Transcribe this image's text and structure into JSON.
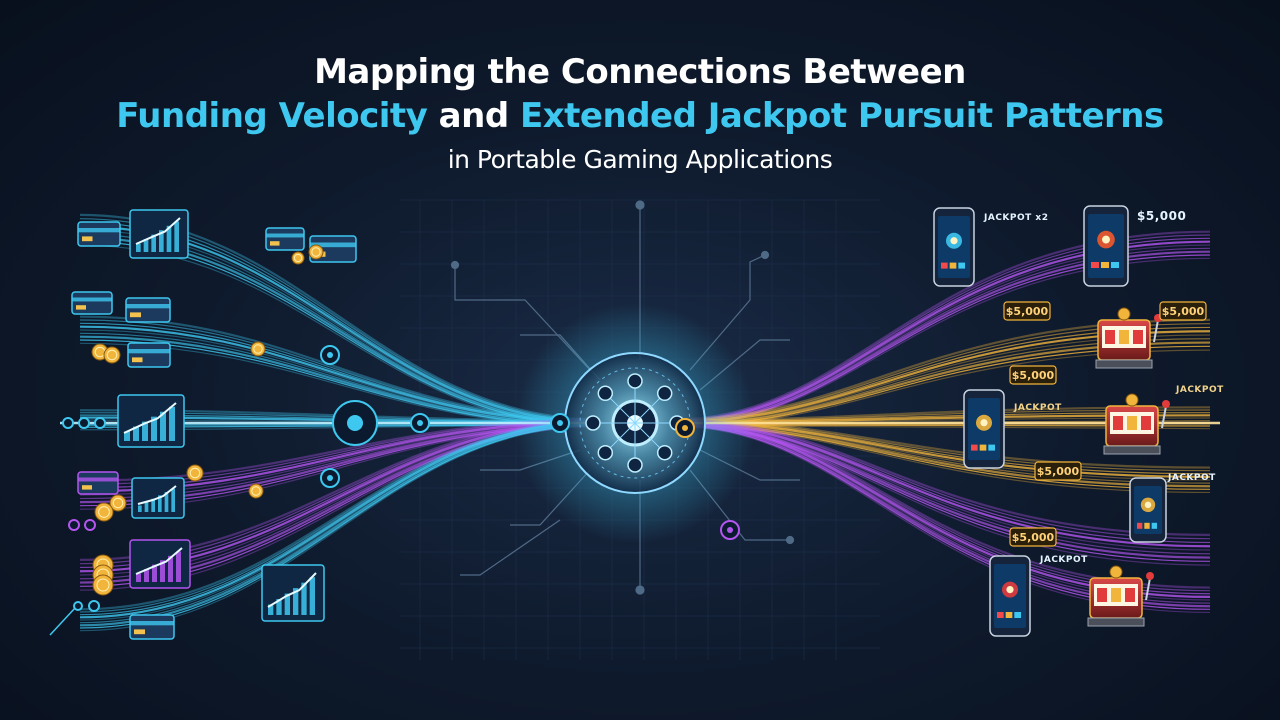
{
  "title": {
    "line1": "Mapping the Connections Between",
    "line2_part1": "Funding Velocity",
    "line2_part2": " and ",
    "line2_part3": "Extended Jackpot Pursuit Patterns",
    "line3": "in Portable Gaming Applications"
  },
  "labels": {
    "jackpot_x2": "JACKPOT x2",
    "jackpot": "JACKPOT",
    "amount": "$5,000"
  },
  "colors": {
    "background": "#0a1322",
    "cyan": "#3ec8f0",
    "purple": "#b455f0",
    "gold": "#f2b53c",
    "white": "#ffffff"
  }
}
